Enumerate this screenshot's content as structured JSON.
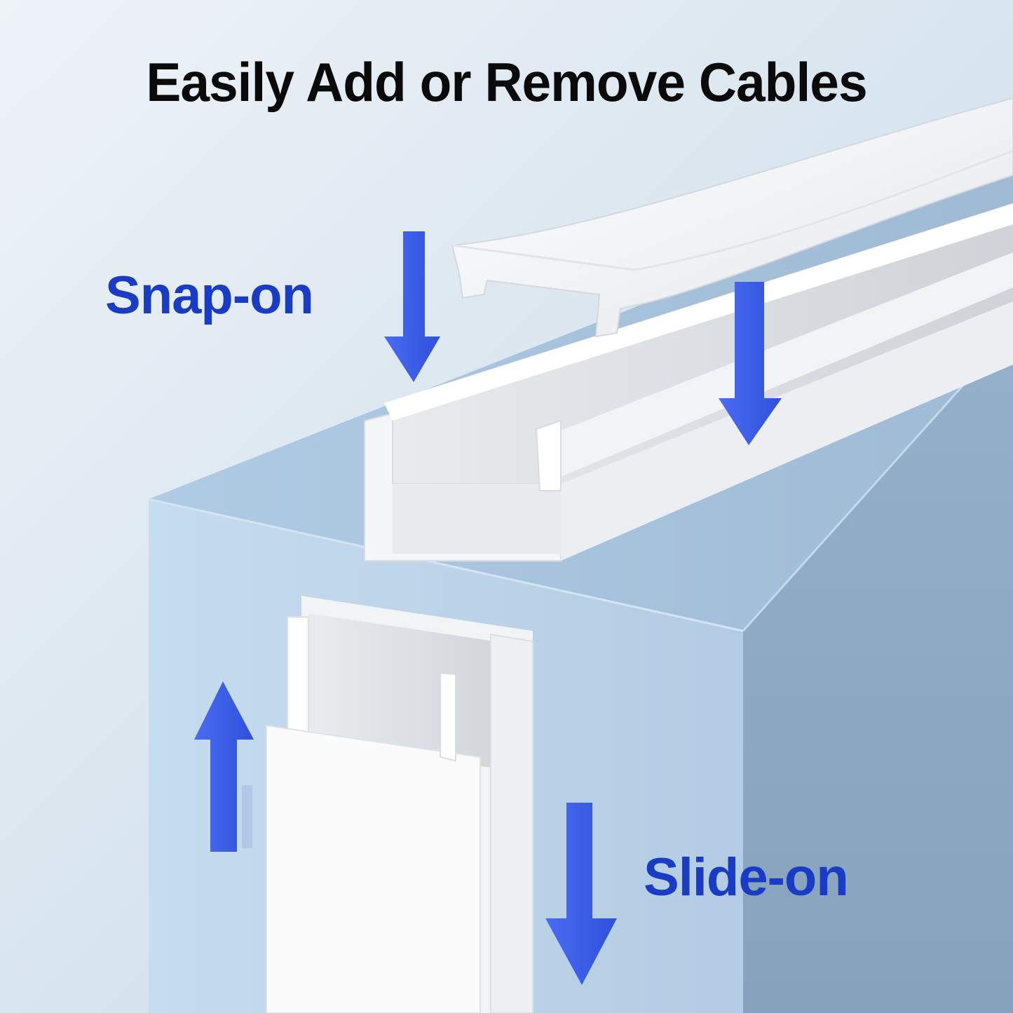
{
  "headline": "Easily Add or Remove Cables",
  "labels": {
    "snap_on": "Snap-on",
    "slide_on": "Slide-on"
  },
  "illustration": {
    "subject": "white PVC cable raceway channel with cover on a light-blue box",
    "arrows": [
      {
        "name": "snap-on-left-arrow",
        "direction": "down"
      },
      {
        "name": "snap-on-right-arrow",
        "direction": "down"
      },
      {
        "name": "slide-on-up-arrow",
        "direction": "up"
      },
      {
        "name": "slide-on-down-arrow",
        "direction": "down"
      }
    ]
  },
  "colors": {
    "headline": "#0a0a0a",
    "label_blue": "#1a3cc4",
    "arrow_blue": "#3b5ee8",
    "arrow_shadow": "#2a46c9",
    "background_top": "#e6eef5",
    "box_top": "#a9c4de",
    "box_front": "#b9d2ea",
    "box_side": "#8eaac4",
    "raceway_white": "#f6f7f8"
  }
}
